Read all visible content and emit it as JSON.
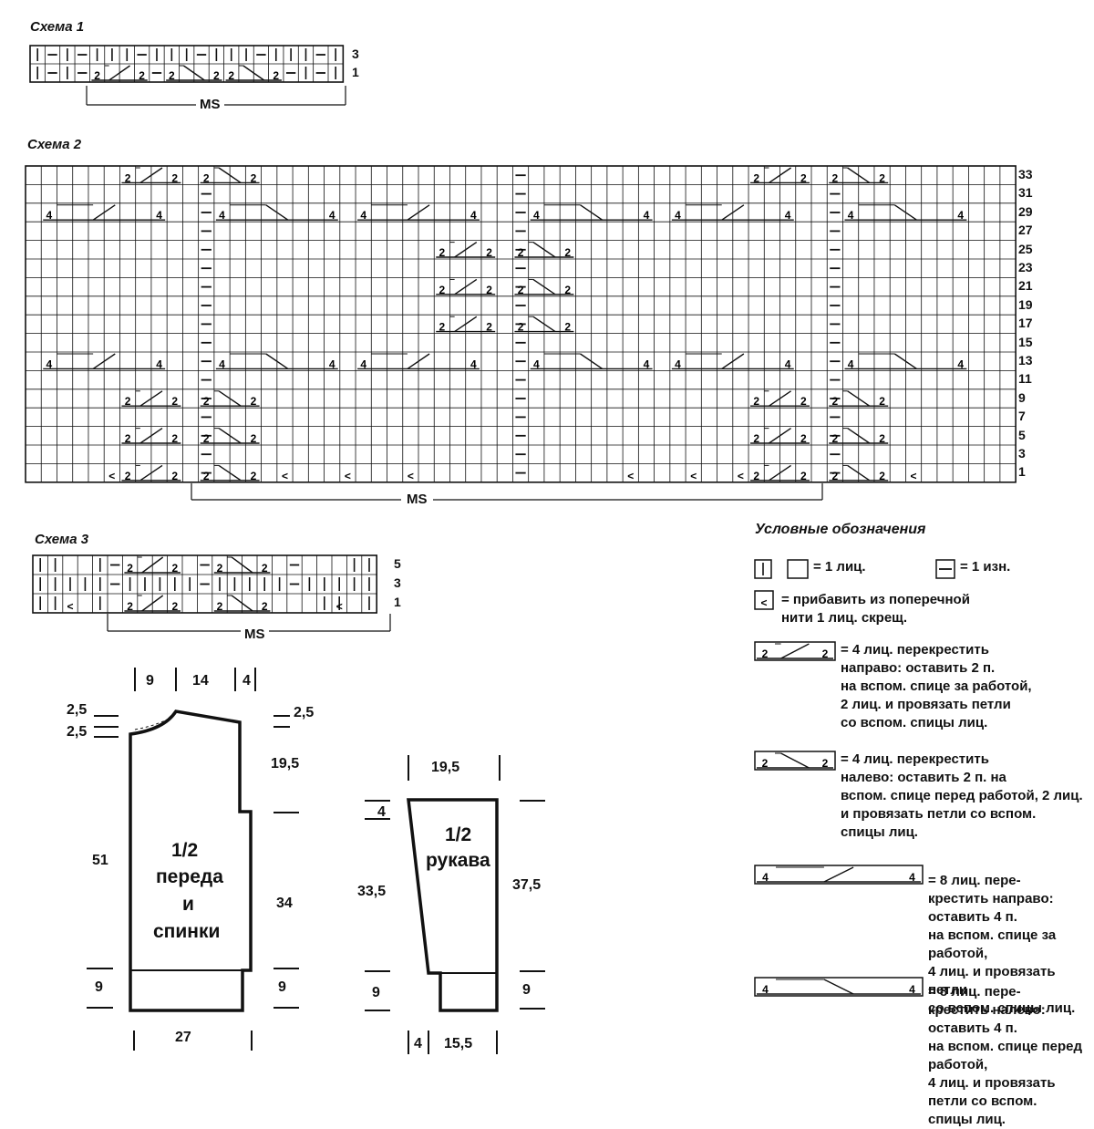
{
  "chart1": {
    "title": "Схема 1",
    "row_numbers": [
      "3",
      "1"
    ],
    "ms_label": "MS"
  },
  "chart2": {
    "title": "Схема 2",
    "row_numbers": [
      "33",
      "31",
      "29",
      "27",
      "25",
      "23",
      "21",
      "19",
      "17",
      "15",
      "13",
      "11",
      "9",
      "7",
      "5",
      "3",
      "1"
    ],
    "ms_label": "MS"
  },
  "chart3": {
    "title": "Схема 3",
    "row_numbers": [
      "5",
      "3",
      "1"
    ],
    "ms_label": "MS"
  },
  "legend": {
    "title": "Условные обозначения",
    "knit": "= 1 лиц.",
    "purl": "= 1 изн.",
    "inc": "= прибавить из поперечной\nнити 1 лиц. скрещ.",
    "c4r": "= 4 лиц. перекрестить\nнаправо: оставить 2 п.\nна вспом. спице за работой,\n2 лиц. и провязать петли\nсо вспом. спицы лиц.",
    "c4l": "= 4 лиц. перекрестить\nналево: оставить 2 п. на\nвспом. спице перед работой, 2 лиц.\nи провязать петли со вспом.\nспицы лиц.",
    "c8r": "= 8 лиц. пере-\nкрестить направо: оставить 4 п.\nна вспом. спице за работой,\n4 лиц. и провязать петли\nсо вспом. спицы лиц.",
    "c8l": "= 8 лиц. пере-\nкрестить налево: оставить 4 п.\nна вспом. спице перед работой,\n4 лиц. и провязать петли со вспом.\nспицы лиц."
  },
  "body_pattern": {
    "label_lines": [
      "1/2",
      "переда",
      "и",
      "спинки"
    ],
    "dims": {
      "top_9": "9",
      "top_14": "14",
      "top_4": "4",
      "left_25a": "2,5",
      "left_25b": "2,5",
      "right_25": "2,5",
      "right_195": "19,5",
      "left_51": "51",
      "right_34": "34",
      "left_9": "9",
      "right_9": "9",
      "bottom_27": "27"
    }
  },
  "sleeve_pattern": {
    "label_lines": [
      "1/2",
      "рукава"
    ],
    "dims": {
      "top_195": "19,5",
      "left_4": "4",
      "left_335": "33,5",
      "right_375": "37,5",
      "left_9": "9",
      "right_9": "9",
      "bottom_4": "4",
      "bottom_155": "15,5"
    }
  }
}
